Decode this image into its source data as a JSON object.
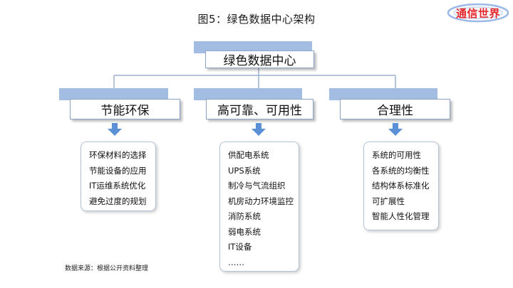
{
  "title": "图5：绿色数据中心架构",
  "logo": {
    "text": "通信世界"
  },
  "root": {
    "label": "绿色数据中心"
  },
  "branches": [
    {
      "label": "节能环保",
      "items": [
        "环保材料的选择",
        "节能设备的应用",
        "IT运维系统优化",
        "避免过度的规划"
      ]
    },
    {
      "label": "高可靠、可用性",
      "items": [
        "供配电系统",
        "UPS系统",
        "制冷与气流组织",
        "机房动力环境监控",
        "消防系统",
        "弱电系统",
        "IT设备",
        "……"
      ]
    },
    {
      "label": "合理性",
      "items": [
        "系统的可用性",
        "各系统的均衡性",
        "结构体系标准化",
        "可扩展性",
        "智能人性化管理"
      ]
    }
  ],
  "source": "数据来源：根据公开资料整理",
  "colors": {
    "tab": "#a3bde2",
    "connector": "#9ab0cf",
    "arrow": "#5b8fd6",
    "logo_red": "#e4262a"
  }
}
